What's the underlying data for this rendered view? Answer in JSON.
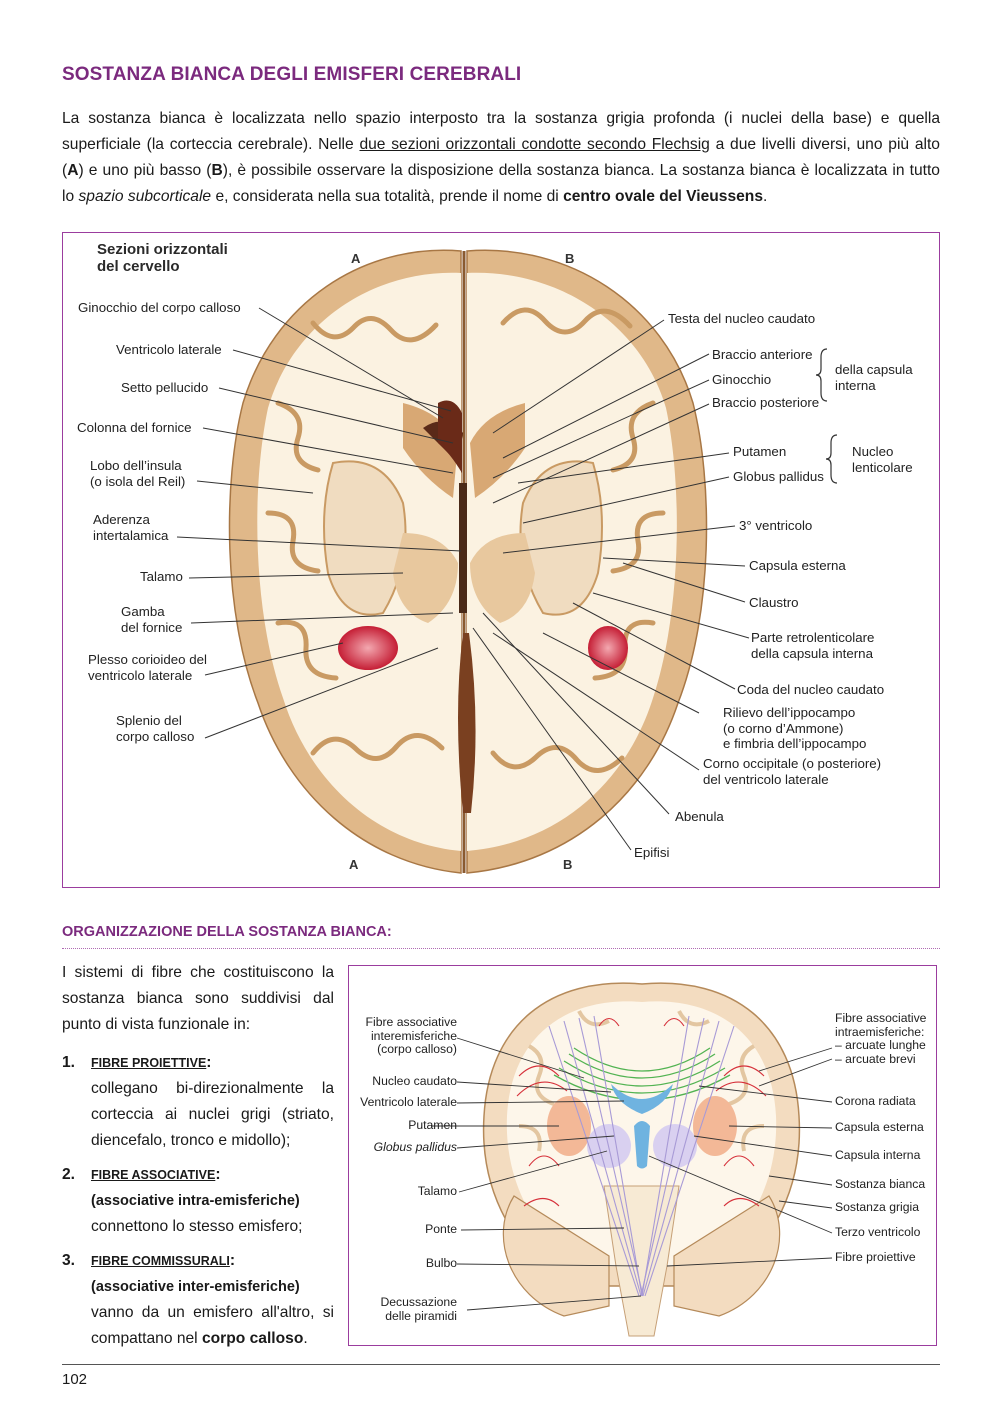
{
  "title": "SOSTANZA BIANCA DEGLI EMISFERI CEREBRALI",
  "intro": {
    "p1": "La sostanza bianca è localizzata nello spazio interposto tra la sostanza grigia profonda (i nuclei della base) e quella superficiale (la corteccia cerebrale). Nelle ",
    "link": "due sezioni orizzontali condotte secondo Flechsig",
    "p2": " a due livelli diversi, uno più alto (",
    "a": "A",
    "p3": ") e uno più basso (",
    "b": "B",
    "p4": "), è possibile osservare la disposizione della sostanza bianca. La sostanza bianca è localizzata in tutto lo ",
    "italic": "spazio subcorticale",
    "p5": " e, considerata nella sua totalità, prende il nome di ",
    "bold": "centro ovale del Vieussens",
    "p6": "."
  },
  "figure1": {
    "title_line1": "Sezioni orizzontali",
    "title_line2": "del cervello",
    "letter_a": "A",
    "letter_b": "B",
    "left_labels": [
      "Ginocchio del corpo calloso",
      "Ventricolo laterale",
      "Setto pellucido",
      "Colonna del fornice",
      "Lobo dell’insula",
      "(o isola del Reil)",
      "Aderenza",
      "intertalamica",
      "Talamo",
      "Gamba",
      "del fornice",
      "Plesso corioideo del",
      "ventricolo laterale",
      "Splenio del",
      "corpo calloso"
    ],
    "right_labels": [
      "Testa del nucleo caudato",
      "Braccio anteriore",
      "Ginocchio",
      "Braccio posteriore",
      "della capsula",
      "interna",
      "Putamen",
      "Globus pallidus",
      "Nucleo",
      "lenticolare",
      "3° ventricolo",
      "Capsula esterna",
      "Claustro",
      "Parte retrolenticolare",
      "della capsula interna",
      "Coda del nucleo caudato",
      "Rilievo dell’ippocampo",
      "(o corno d’Ammone)",
      "e fimbria dell’ippocampo",
      "Corno occipitale (o posteriore)",
      "del ventricolo laterale",
      "Abenula",
      "Epifisi"
    ]
  },
  "section": {
    "title": "ORGANIZZAZIONE DELLA SOSTANZA BIANCA:",
    "lead": "I sistemi di fibre che costituiscono la sostanza bianca sono suddivisi dal punto di vista funzionale in:",
    "items": [
      {
        "num": "1.",
        "head": "FIBRE PROIETTIVE",
        "colon": ":",
        "sub": "",
        "desc": "collegano bi-direzionalmente la corteccia ai nuclei grigi (striato, diencefalo, tronco e midollo);"
      },
      {
        "num": "2.",
        "head": "FIBRE ASSOCIATIVE",
        "colon": ":",
        "sub": "(associative intra-emisferiche)",
        "desc": "connettono lo stesso emisfero;"
      },
      {
        "num": "3.",
        "head": "FIBRE COMMISSURALI",
        "colon": ":",
        "sub": "(associative inter-emisferiche)",
        "desc_a": "vanno da un emisfero all'altro, si compattano nel ",
        "desc_b": "corpo calloso",
        "desc_c": "."
      }
    ]
  },
  "figure2": {
    "left_labels": [
      "Fibre associative",
      "interemisferiche",
      "(corpo calloso)",
      "Nucleo caudato",
      "Ventricolo laterale",
      "Putamen",
      "Globus pallidus",
      "Talamo",
      "Ponte",
      "Bulbo",
      "Decussazione",
      "delle piramidi"
    ],
    "right_labels": [
      "Fibre associative",
      "intraemisferiche:",
      "– arcuate lunghe",
      "– arcuate brevi",
      "Corona radiata",
      "Capsula esterna",
      "Capsula interna",
      "Sostanza bianca",
      "Sostanza grigia",
      "Terzo ventricolo",
      "Fibre proiettive"
    ]
  },
  "page_number": "102",
  "colors": {
    "accent": "#7b2a7e",
    "frame": "#9b3d9e",
    "cortex": "#d9b48a",
    "white_matter": "#fbf4e6",
    "fiber_red": "#d6303a",
    "fiber_green": "#4fb24f",
    "ventricle_blue": "#6fb3e0",
    "projection_purple": "#a89ad6"
  }
}
